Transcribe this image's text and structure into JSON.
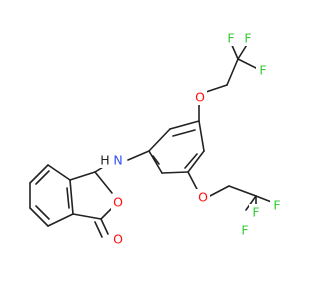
{
  "molecule": {
    "colors": {
      "bond": "#222222",
      "oxygen": "#ff0d0d",
      "nitrogen": "#3050f8",
      "fluorine": "#33cc33",
      "hydrogen": "#222222"
    },
    "atom_labels": {
      "f_top_1": "F",
      "f_top_2": "F",
      "f_top_3": "F",
      "o_ether_top": "O",
      "nh_n": "N",
      "nh_h": "H",
      "o_ring": "O",
      "o_ether_bottom": "O",
      "f_bottom_1": "F",
      "f_bottom_2": "F",
      "f_bottom_3": "F",
      "o_carbonyl": "O"
    }
  }
}
